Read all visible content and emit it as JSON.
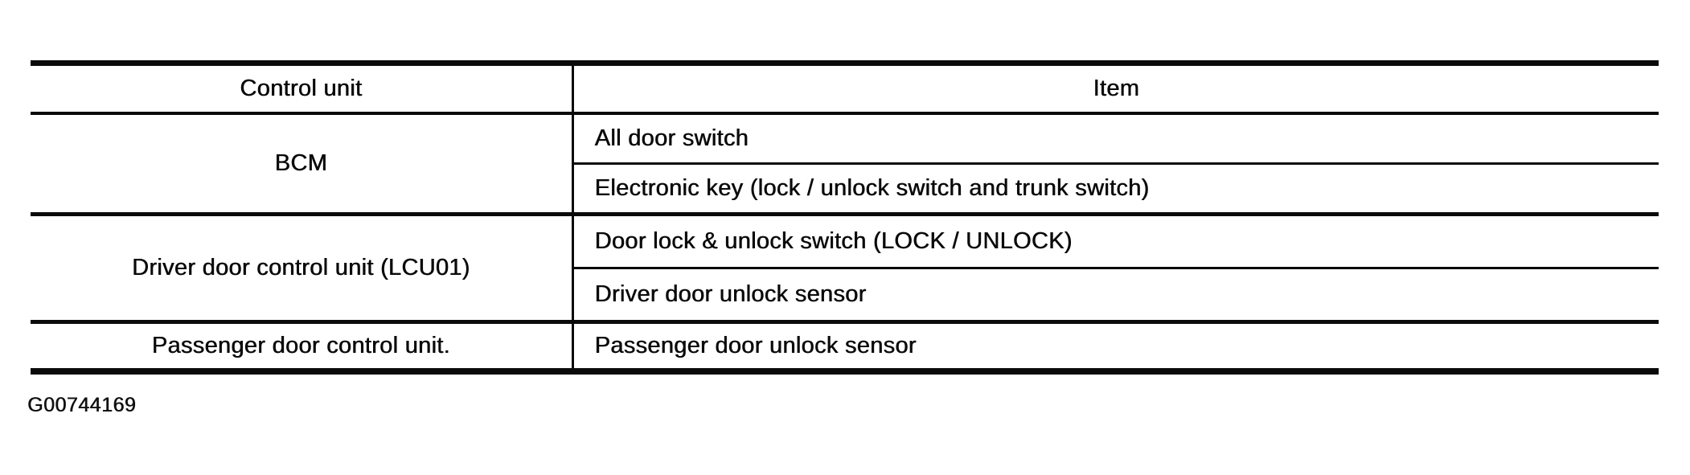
{
  "table": {
    "headers": {
      "control_unit": "Control unit",
      "item": "Item"
    },
    "groups": [
      {
        "control_unit": "BCM",
        "items": [
          "All door switch",
          "Electronic key (lock / unlock switch and trunk switch)"
        ]
      },
      {
        "control_unit": "Driver door control unit (LCU01)",
        "items": [
          "Door lock & unlock switch (LOCK / UNLOCK)",
          "Driver door unlock sensor"
        ]
      },
      {
        "control_unit": "Passenger door control unit.",
        "items": [
          "Passenger door unlock sensor"
        ]
      }
    ]
  },
  "footer": {
    "figure_id": "G00744169"
  },
  "colors": {
    "ink": "#0a0a0a",
    "background": "#ffffff"
  }
}
